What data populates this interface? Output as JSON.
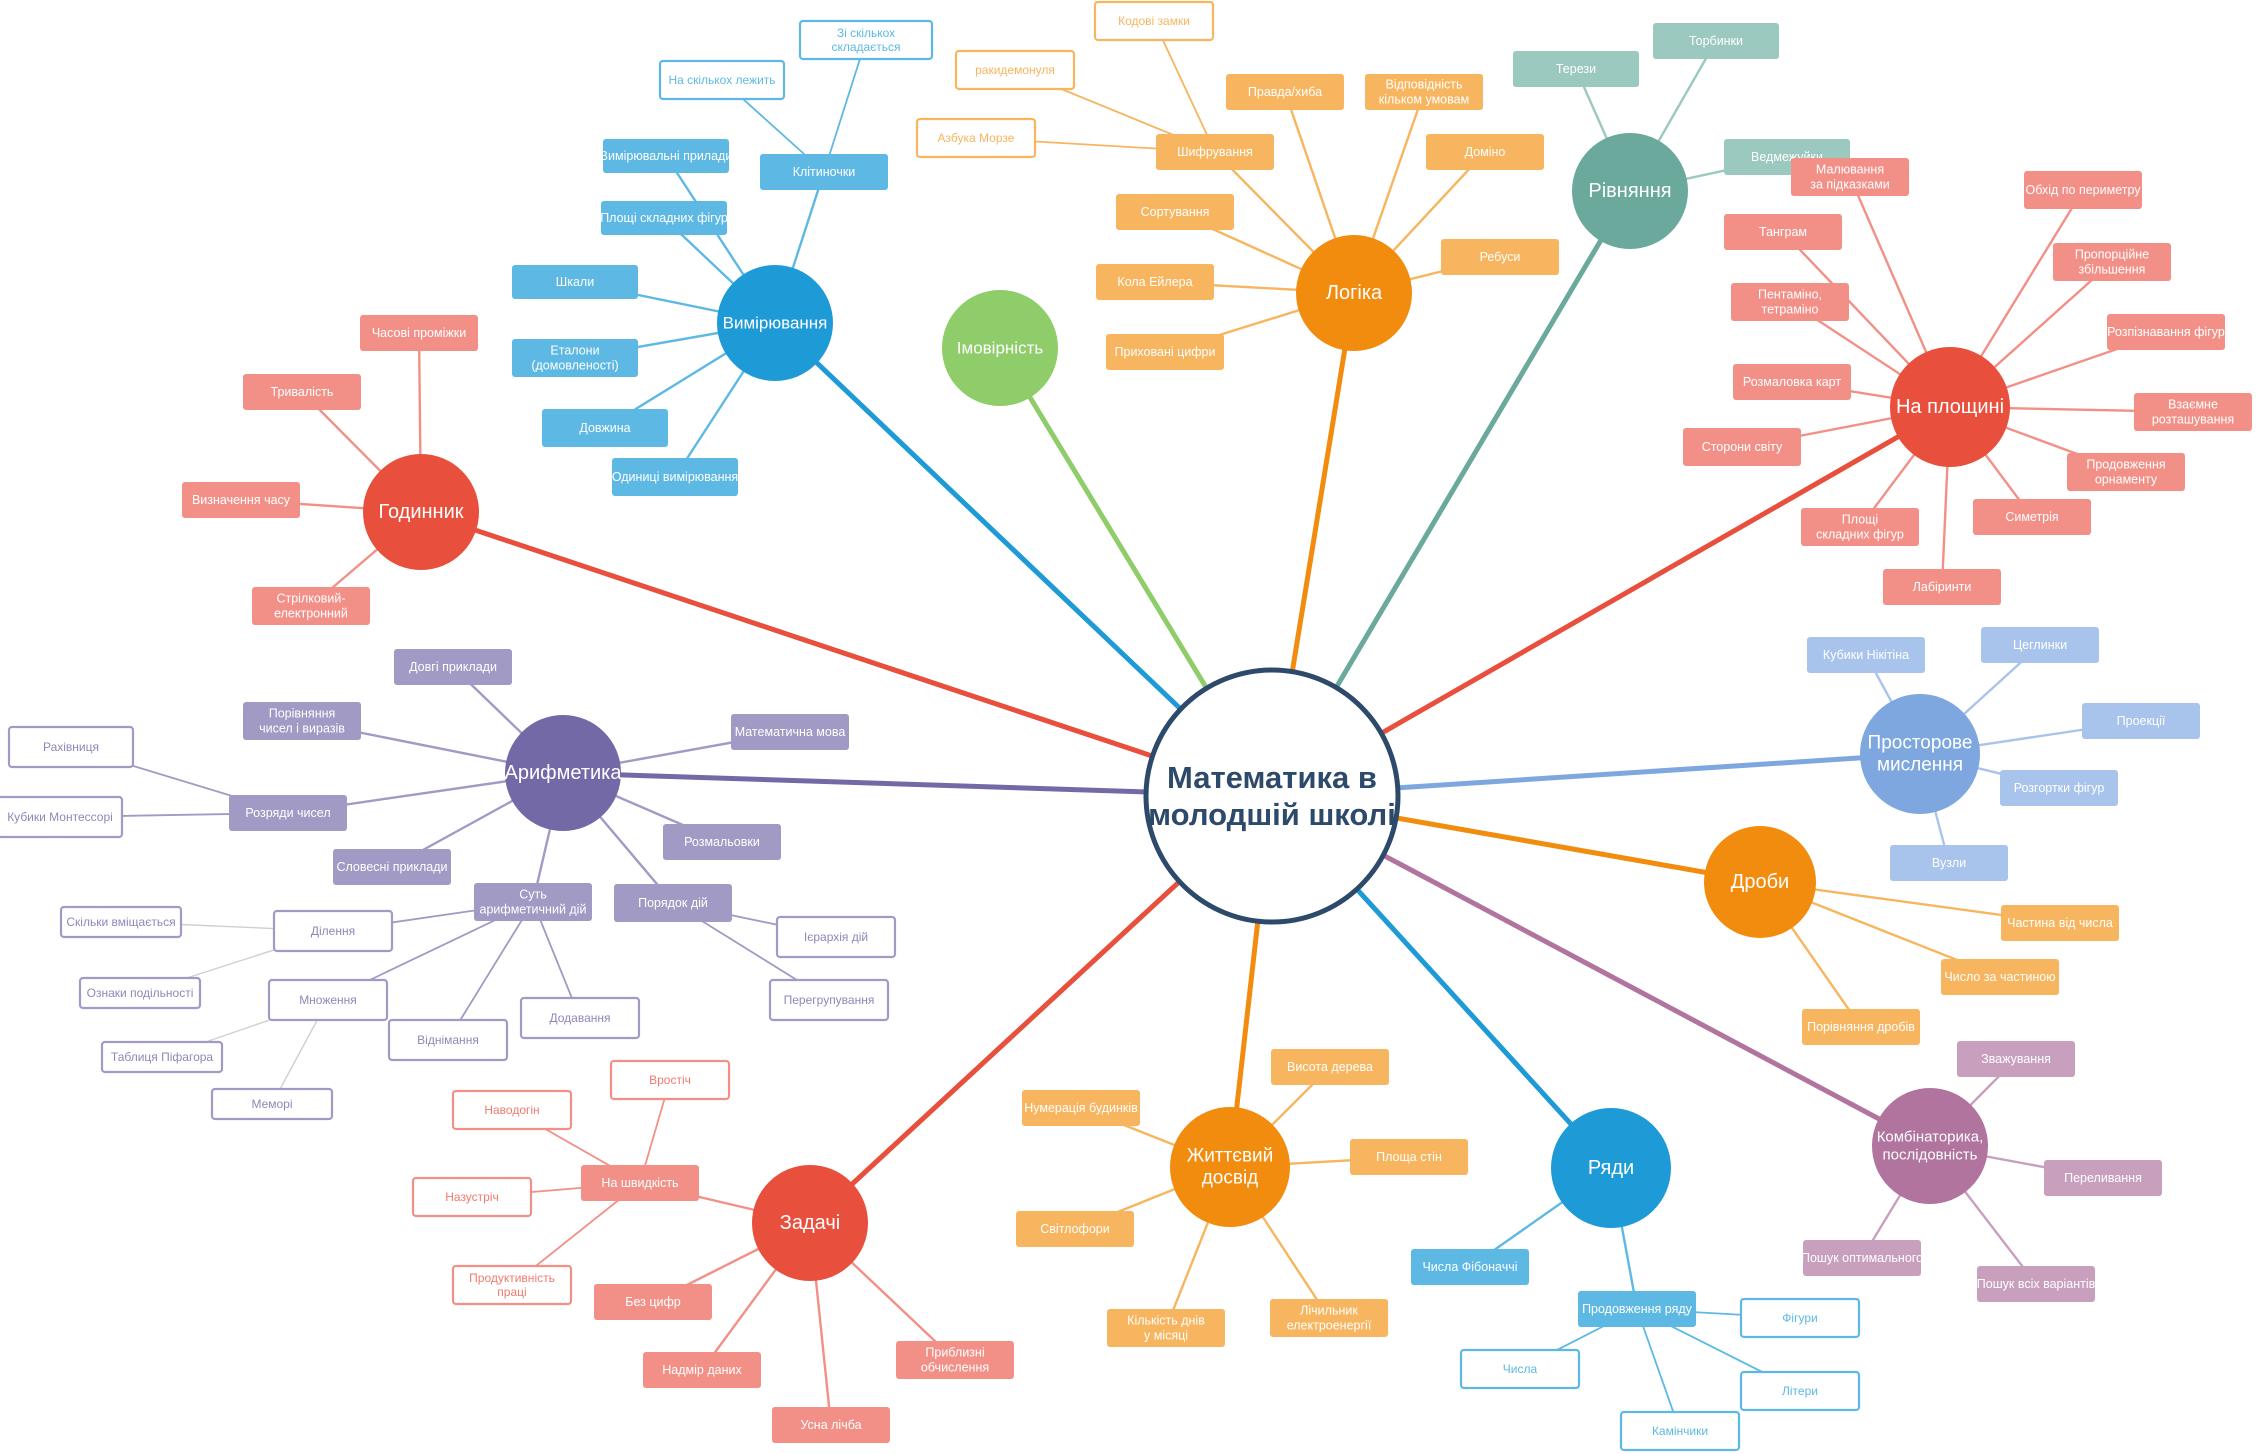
{
  "center": {
    "lines": [
      "Математика в",
      "молодшій школі"
    ]
  },
  "colors": {
    "red": "#e84f3d",
    "red_leaf": "#f29087",
    "red_text": "#f07a6e",
    "blue": "#1e9bd7",
    "blue_leaf": "#5db9e3",
    "green": "#8fcd6b",
    "orange": "#f28c0f",
    "orange_leaf": "#f7b55f",
    "teal": "#6aa99c",
    "teal_leaf": "#9bc8bf",
    "purple": "#7369a6",
    "purple_leaf": "#a09ac4",
    "purple_text": "#8e88b8",
    "lightblue": "#7ea7df",
    "lightblue_leaf": "#a9c4ec",
    "mauve": "#b0749f",
    "mauve_leaf": "#c8a0be",
    "center_stroke": "#2e4a6b",
    "center_text": "#2e4a6b"
  },
  "topics": [
    {
      "key": "vymiryuvannya",
      "label": [
        "Вимірювання"
      ],
      "color": "blue",
      "leaf": "blue_leaf",
      "outline_text": "blue_leaf",
      "children": [
        {
          "label": [
            "Клітиночки"
          ],
          "children": [
            {
              "label": [
                "Зі скількох",
                "складається"
              ],
              "outline": true
            },
            {
              "label": [
                "На скількох лежить"
              ],
              "outline": true
            }
          ]
        },
        {
          "label": [
            "Вимірювальні прилади"
          ]
        },
        {
          "label": [
            "Площі складних фігур"
          ]
        },
        {
          "label": [
            "Шкали"
          ]
        },
        {
          "label": [
            "Еталони",
            "(домовленості)"
          ]
        },
        {
          "label": [
            "Довжина"
          ]
        },
        {
          "label": [
            "Одиниці вимірювання"
          ]
        }
      ]
    },
    {
      "key": "imovirnist",
      "label": [
        "Імовірність"
      ],
      "color": "green",
      "children": []
    },
    {
      "key": "logika",
      "label": [
        "Логіка"
      ],
      "color": "orange",
      "leaf": "orange_leaf",
      "outline_text": "orange_leaf",
      "children": [
        {
          "label": [
            "Шифрування"
          ],
          "children": [
            {
              "label": [
                "Кодові замки"
              ],
              "outline": true
            },
            {
              "label": [
                "ракидемонуля"
              ],
              "outline": true
            },
            {
              "label": [
                "Азбука Морзе"
              ],
              "outline": true
            }
          ]
        },
        {
          "label": [
            "Правда/хиба"
          ]
        },
        {
          "label": [
            "Відповідність",
            "кільком умовам"
          ]
        },
        {
          "label": [
            "Доміно"
          ]
        },
        {
          "label": [
            "Ребуси"
          ]
        },
        {
          "label": [
            "Сортування"
          ]
        },
        {
          "label": [
            "Кола Ейлера"
          ]
        },
        {
          "label": [
            "Приховані цифри"
          ]
        }
      ]
    },
    {
      "key": "rivnyannya",
      "label": [
        "Рівняння"
      ],
      "color": "teal",
      "leaf": "teal_leaf",
      "children": [
        {
          "label": [
            "Терези"
          ]
        },
        {
          "label": [
            "Торбинки"
          ]
        },
        {
          "label": [
            "Ведмежуйки"
          ]
        }
      ]
    },
    {
      "key": "na_ploshchyni",
      "label": [
        "На площині"
      ],
      "color": "red",
      "leaf": "red_leaf",
      "children": [
        {
          "label": [
            "Малювання",
            "за підказками"
          ]
        },
        {
          "label": [
            "Обхід по периметру"
          ]
        },
        {
          "label": [
            "Танграм"
          ]
        },
        {
          "label": [
            "Пропорційне",
            "збільшення"
          ]
        },
        {
          "label": [
            "Пентаміно,",
            "тетраміно"
          ]
        },
        {
          "label": [
            "Розпізнавання фігур"
          ]
        },
        {
          "label": [
            "Розмаловка карт"
          ]
        },
        {
          "label": [
            "Взаємне",
            "розташування"
          ]
        },
        {
          "label": [
            "Сторони світу"
          ]
        },
        {
          "label": [
            "Продовження",
            "орнаменту"
          ]
        },
        {
          "label": [
            "Площі",
            "складних фігур"
          ]
        },
        {
          "label": [
            "Симетрія"
          ]
        },
        {
          "label": [
            "Лабіринти"
          ]
        }
      ]
    },
    {
      "key": "prostorove",
      "label": [
        "Просторове",
        "мислення"
      ],
      "color": "lightblue",
      "leaf": "lightblue_leaf",
      "children": [
        {
          "label": [
            "Кубики Нікітіна"
          ]
        },
        {
          "label": [
            "Цеглинки"
          ]
        },
        {
          "label": [
            "Проекції"
          ]
        },
        {
          "label": [
            "Розгортки фігур"
          ]
        },
        {
          "label": [
            "Вузли"
          ]
        }
      ]
    },
    {
      "key": "droby",
      "label": [
        "Дроби"
      ],
      "color": "orange",
      "leaf": "orange_leaf",
      "children": [
        {
          "label": [
            "Частина від числа"
          ]
        },
        {
          "label": [
            "Число за частиною"
          ]
        },
        {
          "label": [
            "Порівняння дробів"
          ]
        }
      ]
    },
    {
      "key": "kombinatoryka",
      "label": [
        "Комбінаторика,",
        "послідовність"
      ],
      "color": "mauve",
      "leaf": "mauve_leaf",
      "children": [
        {
          "label": [
            "Зважування"
          ]
        },
        {
          "label": [
            "Переливання"
          ]
        },
        {
          "label": [
            "Пошук оптимального"
          ]
        },
        {
          "label": [
            "Пошук всіх варіантів"
          ]
        }
      ]
    },
    {
      "key": "ryady",
      "label": [
        "Ряди"
      ],
      "color": "blue",
      "leaf": "blue_leaf",
      "outline_text": "blue_leaf",
      "children": [
        {
          "label": [
            "Числа Фібоначчі"
          ]
        },
        {
          "label": [
            "Продовження ряду"
          ],
          "children": [
            {
              "label": [
                "Фігури"
              ],
              "outline": true
            },
            {
              "label": [
                "Числа"
              ],
              "outline": true
            },
            {
              "label": [
                "Літери"
              ],
              "outline": true
            },
            {
              "label": [
                "Камінчики"
              ],
              "outline": true
            }
          ]
        }
      ]
    },
    {
      "key": "zhyttyevyi",
      "label": [
        "Життєвий",
        "досвід"
      ],
      "color": "orange",
      "leaf": "orange_leaf",
      "children": [
        {
          "label": [
            "Нумерація будинків"
          ]
        },
        {
          "label": [
            "Висота дерева"
          ]
        },
        {
          "label": [
            "Площа стін"
          ]
        },
        {
          "label": [
            "Світлофори"
          ]
        },
        {
          "label": [
            "Кількість днів",
            "у місяці"
          ]
        },
        {
          "label": [
            "Лічильник",
            "електроенергії"
          ]
        }
      ]
    },
    {
      "key": "zadachi",
      "label": [
        "Задачі"
      ],
      "color": "red",
      "leaf": "red_leaf",
      "outline_text": "red_text",
      "children": [
        {
          "label": [
            "На швидкість"
          ],
          "children": [
            {
              "label": [
                "Вростіч"
              ],
              "outline": true
            },
            {
              "label": [
                "Наводогін"
              ],
              "outline": true
            },
            {
              "label": [
                "Назустріч"
              ],
              "outline": true
            },
            {
              "label": [
                "Продуктивність",
                "праці"
              ],
              "outline": true
            }
          ]
        },
        {
          "label": [
            "Без цифр"
          ]
        },
        {
          "label": [
            "Надмір даних"
          ]
        },
        {
          "label": [
            "Усна лічба"
          ]
        },
        {
          "label": [
            "Приблизні",
            "обчислення"
          ]
        }
      ]
    },
    {
      "key": "arifmetyka",
      "label": [
        "Арифметика"
      ],
      "color": "purple",
      "leaf": "purple_leaf",
      "outline_text": "purple_text",
      "children": [
        {
          "label": [
            "Довгі приклади"
          ]
        },
        {
          "label": [
            "Порівняння",
            "чисел і виразів"
          ]
        },
        {
          "label": [
            "Розряди чисел"
          ],
          "children": [
            {
              "label": [
                "Рахівниця"
              ],
              "outline": true
            },
            {
              "label": [
                "Кубики Монтессорі"
              ],
              "outline": true
            }
          ]
        },
        {
          "label": [
            "Математична мова"
          ]
        },
        {
          "label": [
            "Розмальовки"
          ]
        },
        {
          "label": [
            "Словесні приклади"
          ]
        },
        {
          "label": [
            "Суть",
            "арифметичний дій"
          ],
          "children": [
            {
              "label": [
                "Ділення"
              ],
              "outline": true,
              "children": [
                {
                  "label": [
                    "Скільки вміщається"
                  ],
                  "outline": true
                },
                {
                  "label": [
                    "Ознаки подільності"
                  ],
                  "outline": true
                }
              ]
            },
            {
              "label": [
                "Множення"
              ],
              "outline": true,
              "children": [
                {
                  "label": [
                    "Таблиця Піфагора"
                  ],
                  "outline": true
                },
                {
                  "label": [
                    "Меморі"
                  ],
                  "outline": true
                }
              ]
            },
            {
              "label": [
                "Віднімання"
              ],
              "outline": true
            },
            {
              "label": [
                "Додавання"
              ],
              "outline": true
            }
          ]
        },
        {
          "label": [
            "Порядок дій"
          ],
          "children": [
            {
              "label": [
                "Ієрархія дій"
              ],
              "outline": true
            },
            {
              "label": [
                "Перегрупування"
              ],
              "outline": true
            }
          ]
        }
      ]
    },
    {
      "key": "hodynnyk",
      "label": [
        "Годинник"
      ],
      "color": "red",
      "leaf": "red_leaf",
      "children": [
        {
          "label": [
            "Часові проміжки"
          ]
        },
        {
          "label": [
            "Тривалість"
          ]
        },
        {
          "label": [
            "Визначення часу"
          ]
        },
        {
          "label": [
            "Стрілковий-",
            "електронний"
          ]
        }
      ]
    }
  ]
}
